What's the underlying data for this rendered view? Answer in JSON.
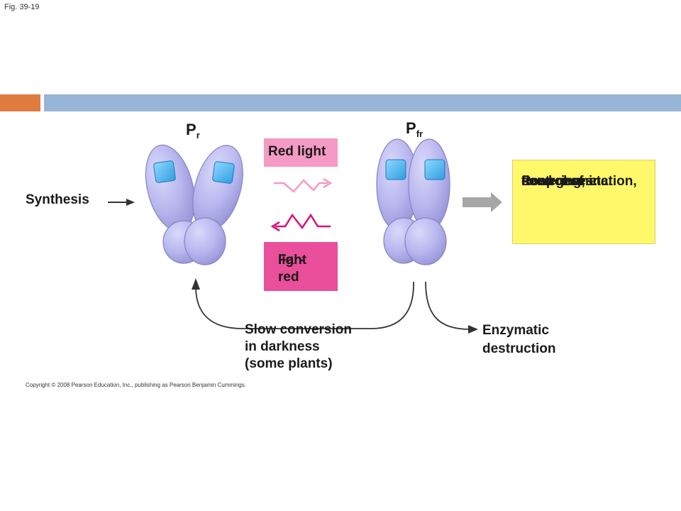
{
  "figure": {
    "label": "Fig. 39-19",
    "copyright": "Copyright © 2008 Pearson Education, Inc., publishing as Pearson Benjamin Cummings."
  },
  "colors": {
    "accent_orange": "#e07b3f",
    "header_blue": "#98b4d6",
    "protein": "#b7b5ee",
    "chromophore": "#4fb8f0",
    "red_light": "#f59ac4",
    "far_red_light": "#e94f9a",
    "response": "#fff86a",
    "gray_arrow": "#a6a6a6"
  },
  "diagram": {
    "pr": {
      "main": "P",
      "sub": "r"
    },
    "pfr": {
      "main": "P",
      "sub": "fr"
    },
    "red_light": "Red light",
    "far_red_light": [
      "Far-red",
      "light"
    ],
    "synthesis": "Synthesis",
    "responses": [
      "Responses:",
      "seed germination,",
      "control of",
      "flowering, etc."
    ],
    "slow_conversion": [
      "Slow conversion",
      "in darkness",
      "(some plants)"
    ],
    "enzymatic": [
      "Enzymatic",
      "destruction"
    ]
  }
}
